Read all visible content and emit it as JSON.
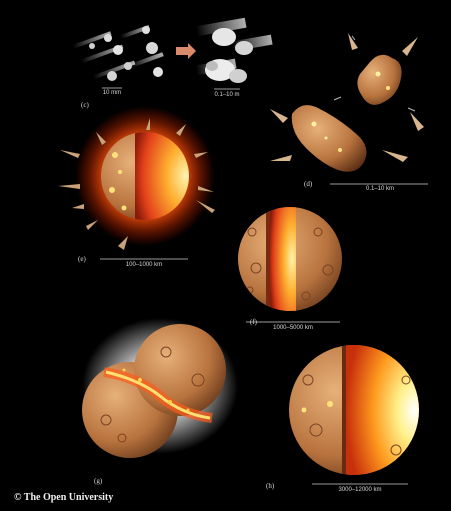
{
  "panels": {
    "c": {
      "label": "(c)",
      "scale_small": "10 mm",
      "scale_large": "0.1–10 m"
    },
    "d": {
      "label": "(d)",
      "scale": "0.1–10 km"
    },
    "e": {
      "label": "(e)",
      "scale": "100–1000 km"
    },
    "f": {
      "label": "(f)",
      "scale": "1000–5000 km"
    },
    "g": {
      "label": "(g)"
    },
    "h": {
      "label": "(h)",
      "scale": "3000–12000 km"
    }
  },
  "copyright": "© The Open University",
  "colors": {
    "background": "#000000",
    "rock": "#c98a55",
    "molten_core": "#ff6a1a",
    "hot_glow": "#ffd24a",
    "dust": "#e8e8e8"
  }
}
